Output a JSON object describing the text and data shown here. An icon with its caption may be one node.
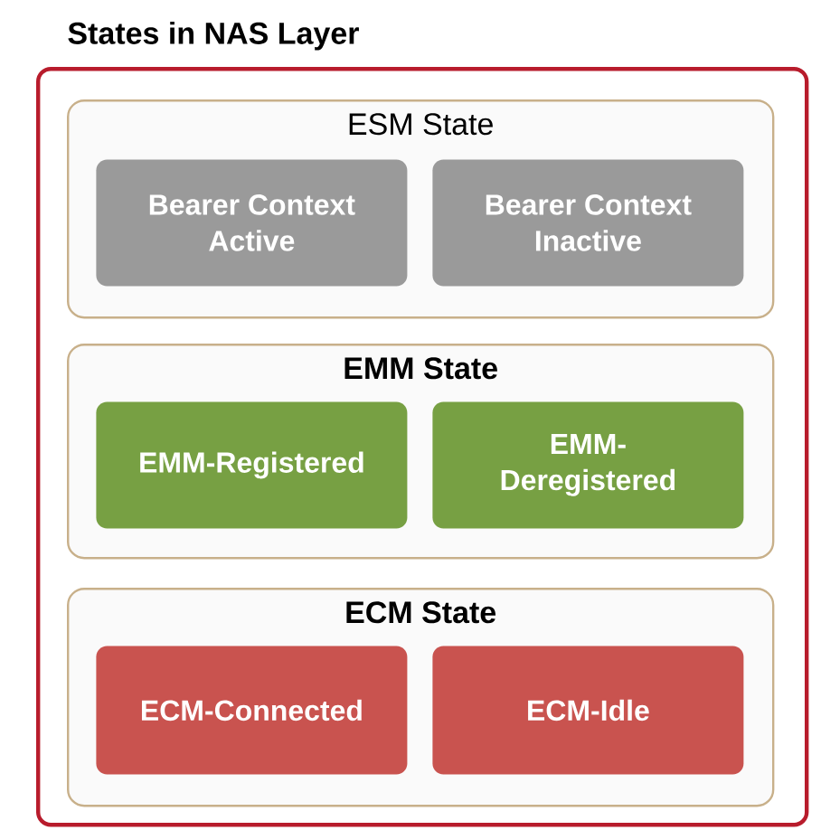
{
  "diagram": {
    "nodes": [
      {
        "text": [
          "States in NAS Layer"
        ]
      },
      {
        "text": [
          "ESM State"
        ],
        "in": 0
      },
      {
        "text": [
          "Bearer Context Active"
        ],
        "in": 1
      },
      {
        "text": [
          "Bearer Context Inactive"
        ],
        "in": 1
      },
      {
        "text": [
          "EMM State"
        ],
        "in": 0
      },
      {
        "text": [
          "EMM-Registered"
        ],
        "in": 4
      },
      {
        "text": [
          "EMM-Deregistered"
        ],
        "in": 4
      },
      {
        "text": [
          "ECM State"
        ],
        "in": 0
      },
      {
        "text": [
          "ECM-Connected"
        ],
        "in": 7
      },
      {
        "text": [
          "ECM-Idle"
        ],
        "in": 7
      }
    ]
  }
}
